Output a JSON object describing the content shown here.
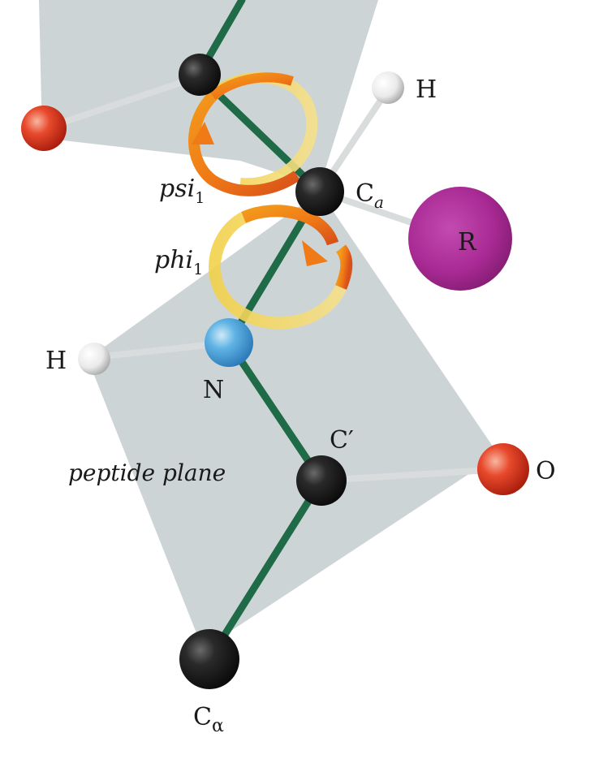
{
  "diagram": {
    "labels": {
      "h_top": "H",
      "ca_top_main": "C",
      "ca_top_sub": "a",
      "r_group": "R",
      "psi_main": "psi",
      "psi_sub": "1",
      "phi_main": "phi",
      "phi_sub": "1",
      "h_left": "H",
      "n_atom": "N",
      "c_prime": "C′",
      "o_atom": "O",
      "plane_label": "peptide plane",
      "ca_bottom_main": "C",
      "ca_bottom_sub": "α"
    },
    "colors": {
      "plane_fill": "#c4cdcf",
      "bond_green": "#1f6b48",
      "bond_white": "#d9dcdc",
      "carbon": "#1b1b1b",
      "nitrogen": "#4aa3dc",
      "oxygen": "#e23a22",
      "hydrogen": "#eeeeee",
      "r_group": "#b0329c",
      "rotation_arrow": "#f08a1a"
    }
  }
}
